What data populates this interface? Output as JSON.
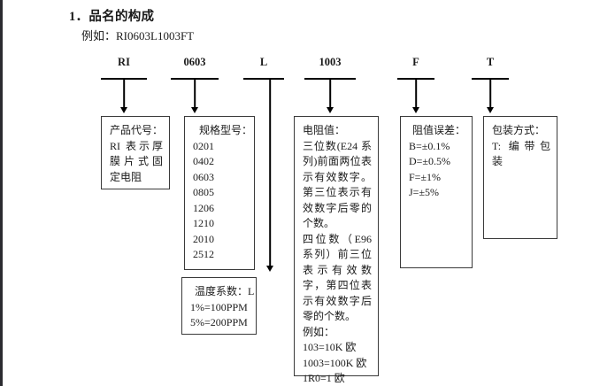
{
  "document": {
    "section_title": "1．品名的构成",
    "example_label": "例如：RI0603L1003FT"
  },
  "code_labels": [
    {
      "name": "product-code",
      "text": "RI"
    },
    {
      "name": "size-code",
      "text": "0603"
    },
    {
      "name": "temp-coefficient-code",
      "text": "L"
    },
    {
      "name": "resistance-code",
      "text": "1003"
    },
    {
      "name": "tolerance-code",
      "text": "F"
    },
    {
      "name": "packaging-code",
      "text": "T"
    }
  ],
  "boxes": {
    "product_code": {
      "heading": "产品代号：",
      "lines": [
        "RI 表示厚",
        "膜片式固",
        "定电阻"
      ]
    },
    "size_model": {
      "heading": "规格型号：",
      "lines": [
        "0201",
        "0402",
        "0603",
        "0805",
        "1206",
        "1210",
        "2010",
        "2512"
      ]
    },
    "temp_coefficient": {
      "heading": "温度系数：L",
      "lines": [
        "1%=100PPM",
        "5%=200PPM"
      ]
    },
    "resistance": {
      "heading": "电阻值：",
      "paragraph1": "三位数(E24 系列)前面两位表示有效数字。第三位表示有效数字后零的个数。",
      "paragraph2": "四位数（E96 系列）前三位表示有效数字，第四位表示有效数字后零的个数。",
      "example_heading": "例如：",
      "examples": [
        "103=10K 欧",
        "1003=100K 欧",
        "1R0=1 欧"
      ]
    },
    "tolerance": {
      "heading": "阻值误差：",
      "lines": [
        "B=±0.1%",
        "D=±0.5%",
        "F=±1%",
        "J=±5%"
      ]
    },
    "packaging": {
      "heading": "包装方式：",
      "lines": [
        "T: 编带包",
        "装"
      ]
    }
  },
  "colors": {
    "text": "#1a1a1a",
    "line": "#000000",
    "box_border": "#3a3a3a",
    "background": "#ffffff",
    "page_edge": "#2b2b30"
  }
}
